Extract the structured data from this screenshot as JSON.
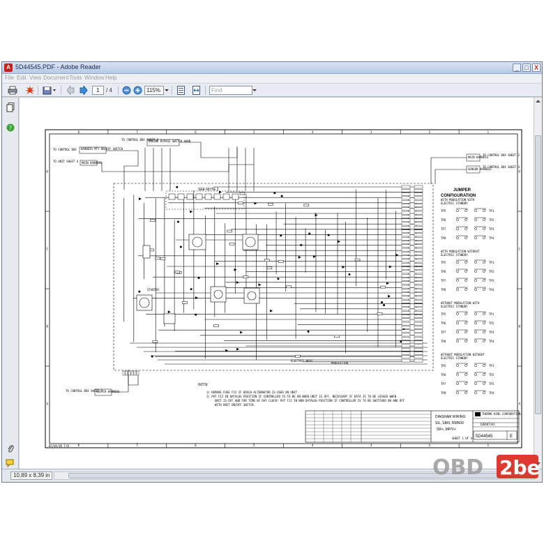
{
  "window": {
    "title": "5D44545.PDF - Adobe Reader",
    "app_icon": "adobe-reader-icon",
    "buttons": [
      "_",
      "□",
      "X"
    ]
  },
  "menu": [
    "File",
    "Edit",
    "View",
    "Document",
    "Tools",
    "Window",
    "Help"
  ],
  "toolbar": {
    "page_current": "1",
    "page_total": "/ 4",
    "zoom": "115%",
    "find_placeholder": "Find"
  },
  "status": {
    "page_size": "10,89 x 8,39 in"
  },
  "drawing": {
    "border_top_numbers": [
      "8",
      "7",
      "6",
      "5",
      "4",
      "3",
      "2",
      "1"
    ],
    "border_side_letters": [
      "D",
      "C",
      "B",
      "A"
    ],
    "footer_left": "05/05/05 T/D",
    "jumper": {
      "title_line1": "JUMPER",
      "title_line2": "CONFIGURATION",
      "sections": [
        {
          "heading": "WITH MODULATION WITH ELECTRIC STANDBY",
          "rows": [
            [
              "TP5",
              "TP1"
            ],
            [
              "TP6",
              "TP2"
            ],
            [
              "TP7",
              "TP3"
            ],
            [
              "TP8",
              "TP4"
            ]
          ]
        },
        {
          "heading": "WITH MODULATION WITHOUT ELECTRIC STANDBY",
          "rows": [
            [
              "TP5",
              "TP1"
            ],
            [
              "TP6",
              "TP2"
            ],
            [
              "TP7",
              "TP3"
            ],
            [
              "TP8",
              "TP4"
            ]
          ]
        },
        {
          "heading": "WITHOUT MODULATION WITH ELECTRIC STANDBY",
          "rows": [
            [
              "TP5",
              "TP1"
            ],
            [
              "TP6",
              "TP2"
            ],
            [
              "TP7",
              "TP3"
            ],
            [
              "TP8",
              "TP4"
            ]
          ]
        },
        {
          "heading": "WITHOUT MODULATION WITHOUT ELECTRIC STANDBY",
          "rows": [
            [
              "TP5",
              "TP1"
            ],
            [
              "TP6",
              "TP2"
            ],
            [
              "TP7",
              "TP3"
            ],
            [
              "TP8",
              "TP4"
            ]
          ]
        }
      ]
    },
    "labels": {
      "to_control_box_sheet3_top": "TO CONTROL BOX SHEET 3",
      "engine_bypass": "ENGINE BYPASS SWITCH HARN",
      "to_control_box_harness": "TO CONTROL BOX",
      "harness_sw": "HARNESS MTY ON/OFF SWITCH",
      "to_unit_sheet4": "TO UNIT SHEET 4",
      "main_harness": "MAIN HARNESS",
      "see_note_2": "SEE NOTE 2",
      "starter": "STARTER",
      "electric_heat": "ELECTRIC HEAT",
      "modulation": "MODULATION",
      "switch_harness": "SWITCH HARNESS",
      "to_control_box_bottom": "TO CONTROL BOX SHEET 3",
      "to_control_right_1": "TO CONTROL BOX SHEET 2",
      "to_control_right_2": "TO CONTROL BOX SHEET 4",
      "main_harness_right": "MAIN HARNESS",
      "sensor_harness": "SENSOR HARNESS"
    },
    "notes": {
      "heading": "NOTE",
      "items": [
        "1)  REMOVE FUSE F15 IF BOSCH ALTERNATOR IS USED ON UNIT.",
        "2)  PUT F12 IN DATALOG POSITION IF CONTROLLER IS TO BE ON WHEN UNIT IS OFF, NECESSARY IF DATA IS TO BE LOGGED WHEN",
        "UNIT IS OFF AND FOR TIME OF DAY CLOCK! PUT F12 IN NON DATALOG POSITION IF CONTROLLER IS TO BE SWITCHED ON AND OFF",
        "WITH UNIT ON/OFF SWITCH."
      ]
    },
    "title_block": {
      "title_lines": [
        "DIAGRAM WIRING",
        "SIL, SBIII, RMN30",
        "SR+, MP/V+"
      ],
      "company": "THERMO KING CORPORATION",
      "part_number": "1SD407341",
      "drawing_number": "5D44545",
      "rev": "E",
      "sheet": "SHEET 1 OF 4"
    }
  },
  "watermark": {
    "text_left": "OBD",
    "text_right": "2be"
  }
}
